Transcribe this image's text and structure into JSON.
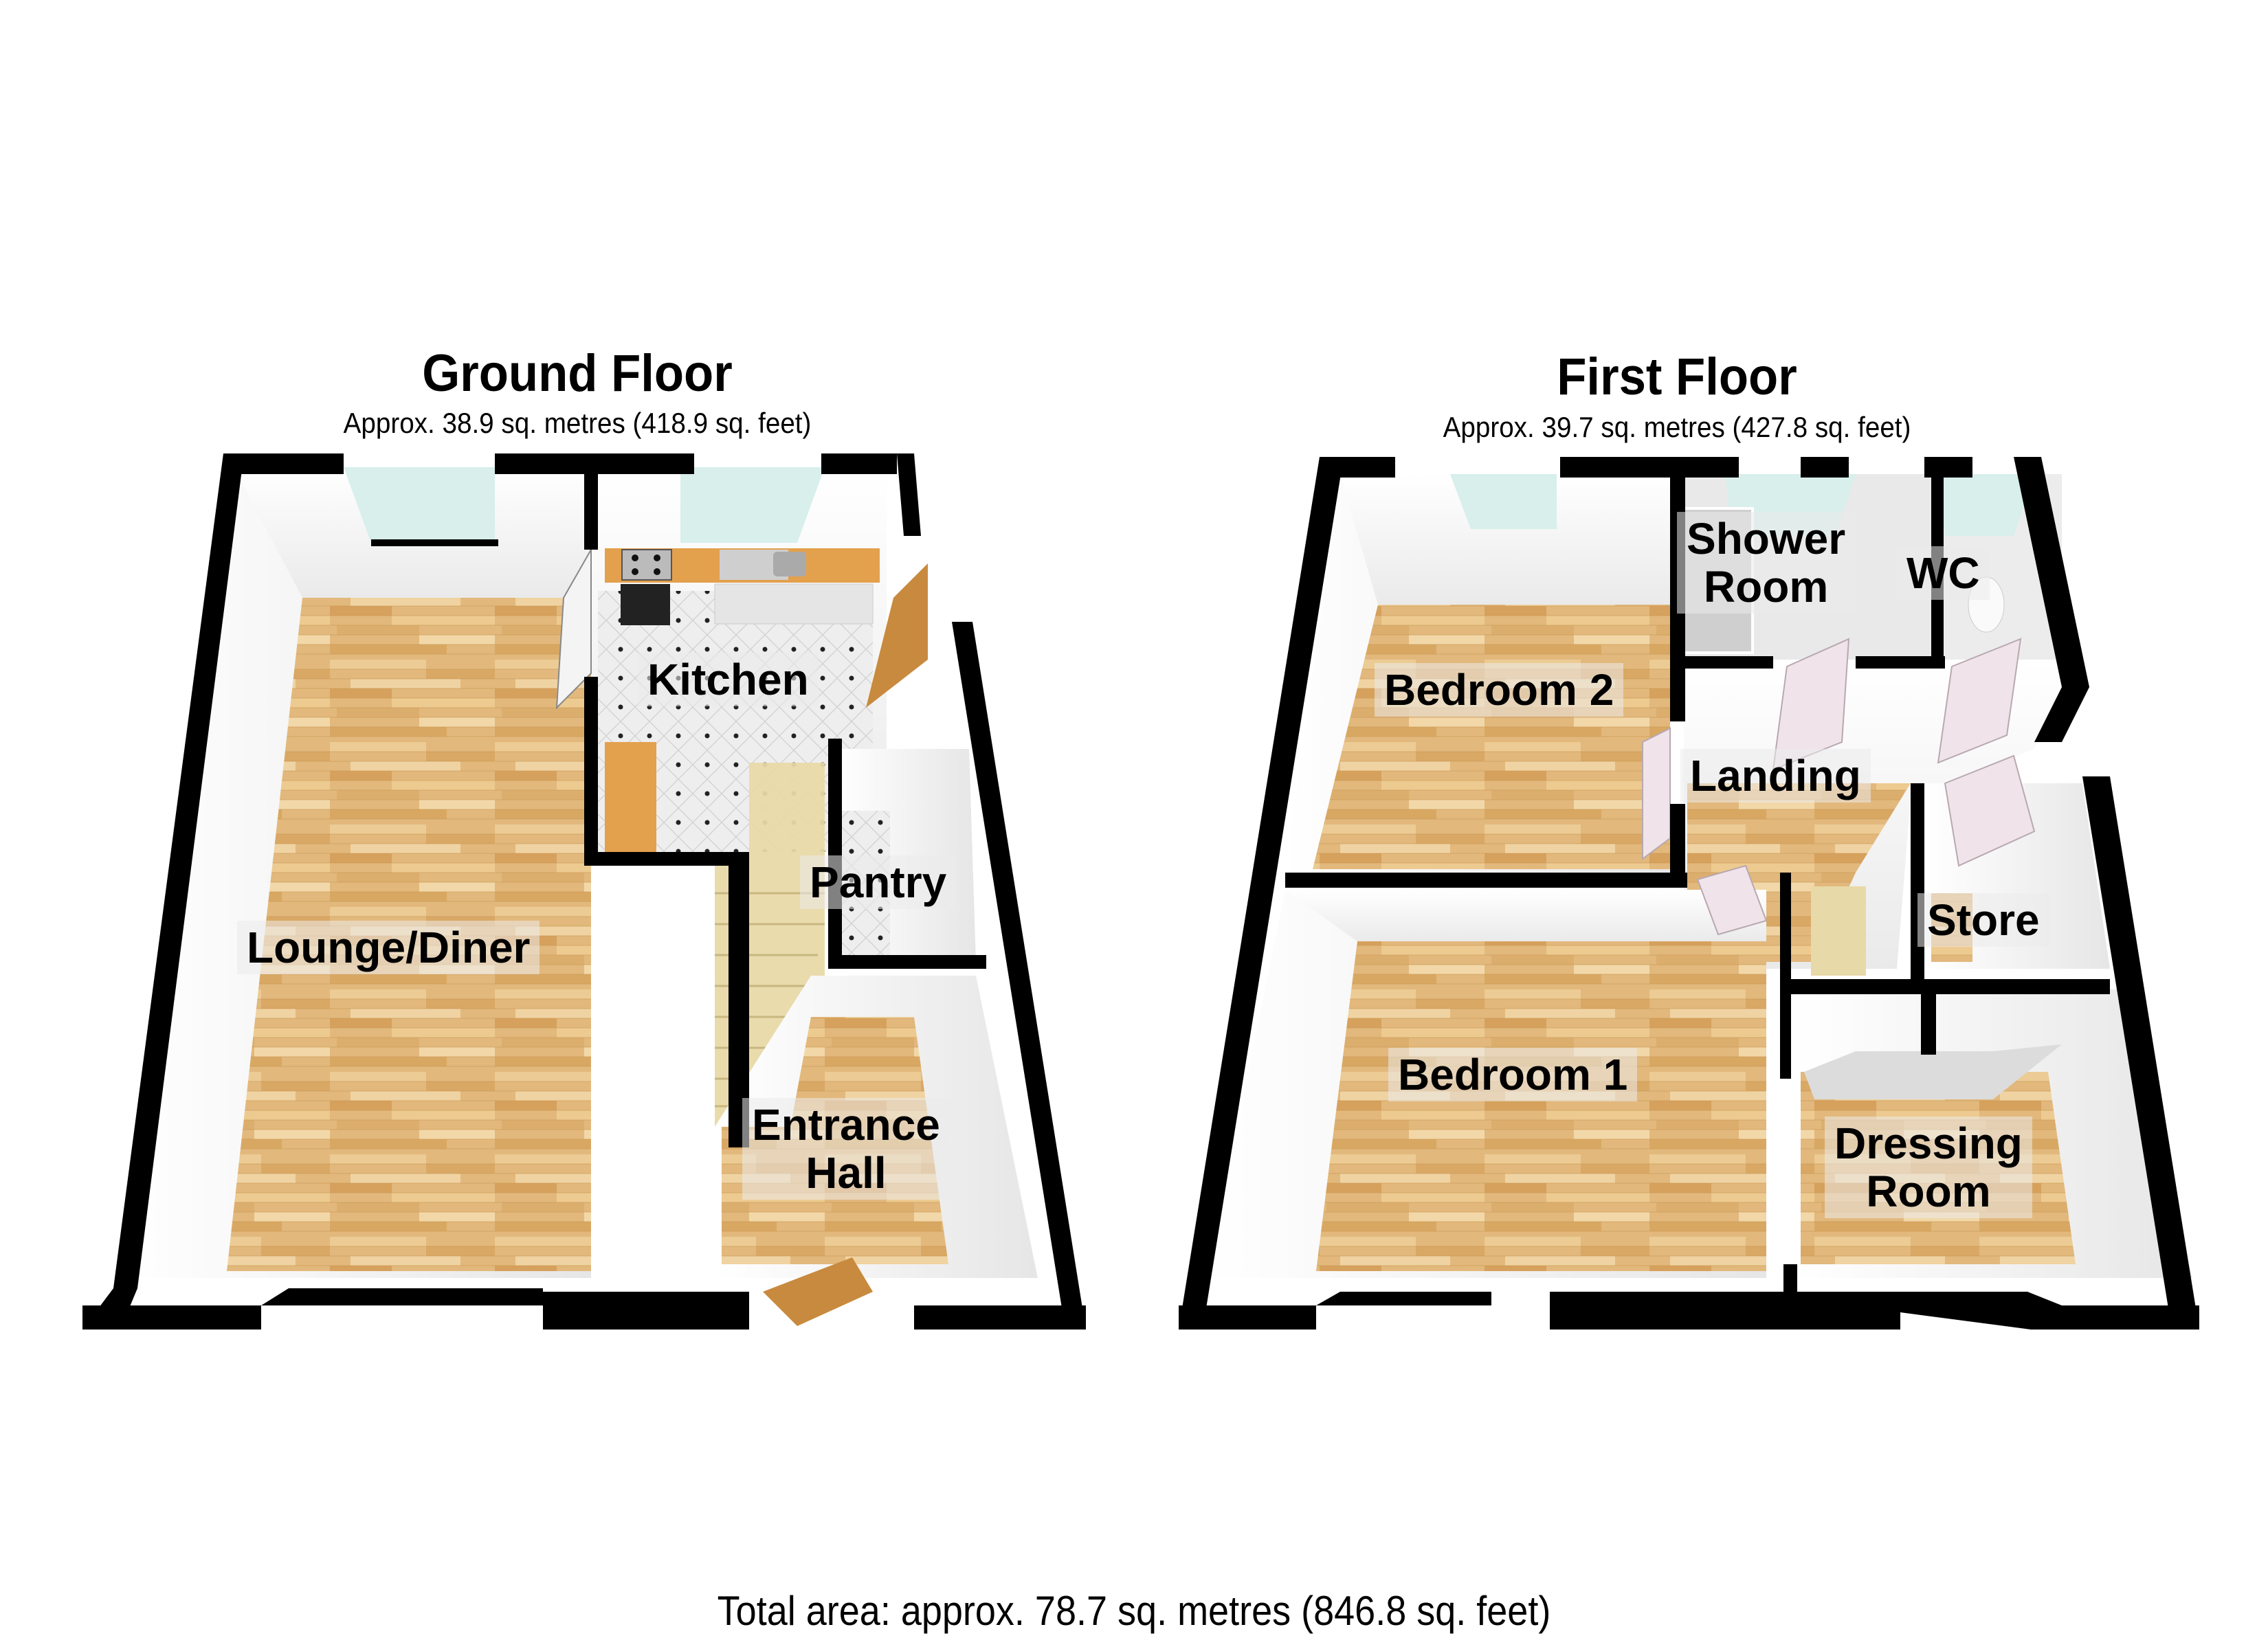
{
  "ground_floor": {
    "title": "Ground Floor",
    "area": "Approx. 38.9 sq. metres (418.9 sq. feet)",
    "rooms": {
      "lounge_diner": "Lounge/Diner",
      "kitchen": "Kitchen",
      "pantry": "Pantry",
      "entrance_hall_line1": "Entrance",
      "entrance_hall_line2": "Hall"
    }
  },
  "first_floor": {
    "title": "First Floor",
    "area": "Approx. 39.7 sq. metres (427.8 sq. feet)",
    "rooms": {
      "bedroom_2": "Bedroom 2",
      "shower_room_line1": "Shower",
      "shower_room_line2": "Room",
      "wc": "WC",
      "landing": "Landing",
      "store": "Store",
      "bedroom_1": "Bedroom 1",
      "dressing_room_line1": "Dressing",
      "dressing_room_line2": "Room"
    }
  },
  "total_area": "Total area: approx. 78.7 sq. metres (846.8 sq. feet)",
  "colors": {
    "wall": "#000000",
    "inner_wall": "#f2f2f2",
    "wood_floor": "#e0b577",
    "tile_floor": "#eeeeee",
    "window_glass": "#d8efec",
    "worktop": "#e3a04d",
    "stairs": "#e8d9a8",
    "door_wood": "#c88a3e",
    "door_white": "#f0e4ea"
  }
}
